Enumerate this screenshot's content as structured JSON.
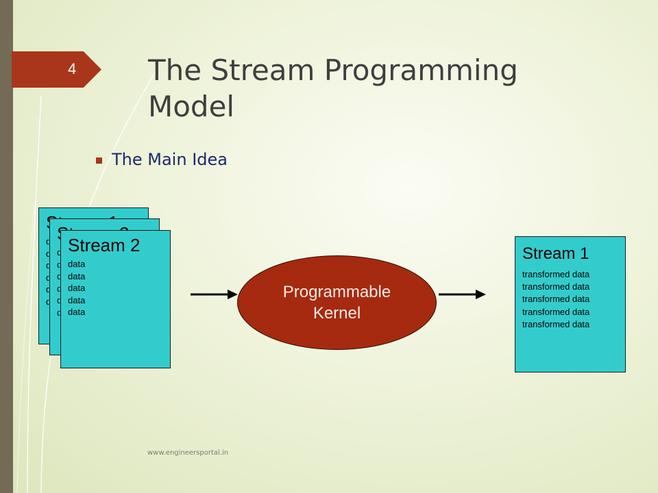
{
  "slide": {
    "number": "4",
    "title_line1": "The Stream Programming",
    "title_line2": "Model",
    "bullet": "The Main Idea",
    "footer": "www.engineersportal.in"
  },
  "diagram": {
    "input_streams": [
      {
        "title": "Stream 1",
        "lines": [
          "data",
          "data",
          "data",
          "data",
          "data",
          "data"
        ]
      },
      {
        "title": "Stream 2",
        "lines": [
          "data",
          "data",
          "data",
          "data",
          "data",
          "data"
        ]
      },
      {
        "title": "Stream 2",
        "lines": [
          "data",
          "data",
          "data",
          "data",
          "data"
        ]
      }
    ],
    "kernel": {
      "line1": "Programmable",
      "line2": "Kernel"
    },
    "output_stream": {
      "title": "Stream 1",
      "lines": [
        "transformed data",
        "transformed data",
        "transformed data",
        "transformed data",
        "transformed data"
      ]
    }
  },
  "colors": {
    "accent": "#a9361b",
    "stream_fill": "#33cccc",
    "kernel_fill": "#a52a0f",
    "title_text": "#3f3f3f",
    "bullet_text": "#1c2a6b"
  }
}
